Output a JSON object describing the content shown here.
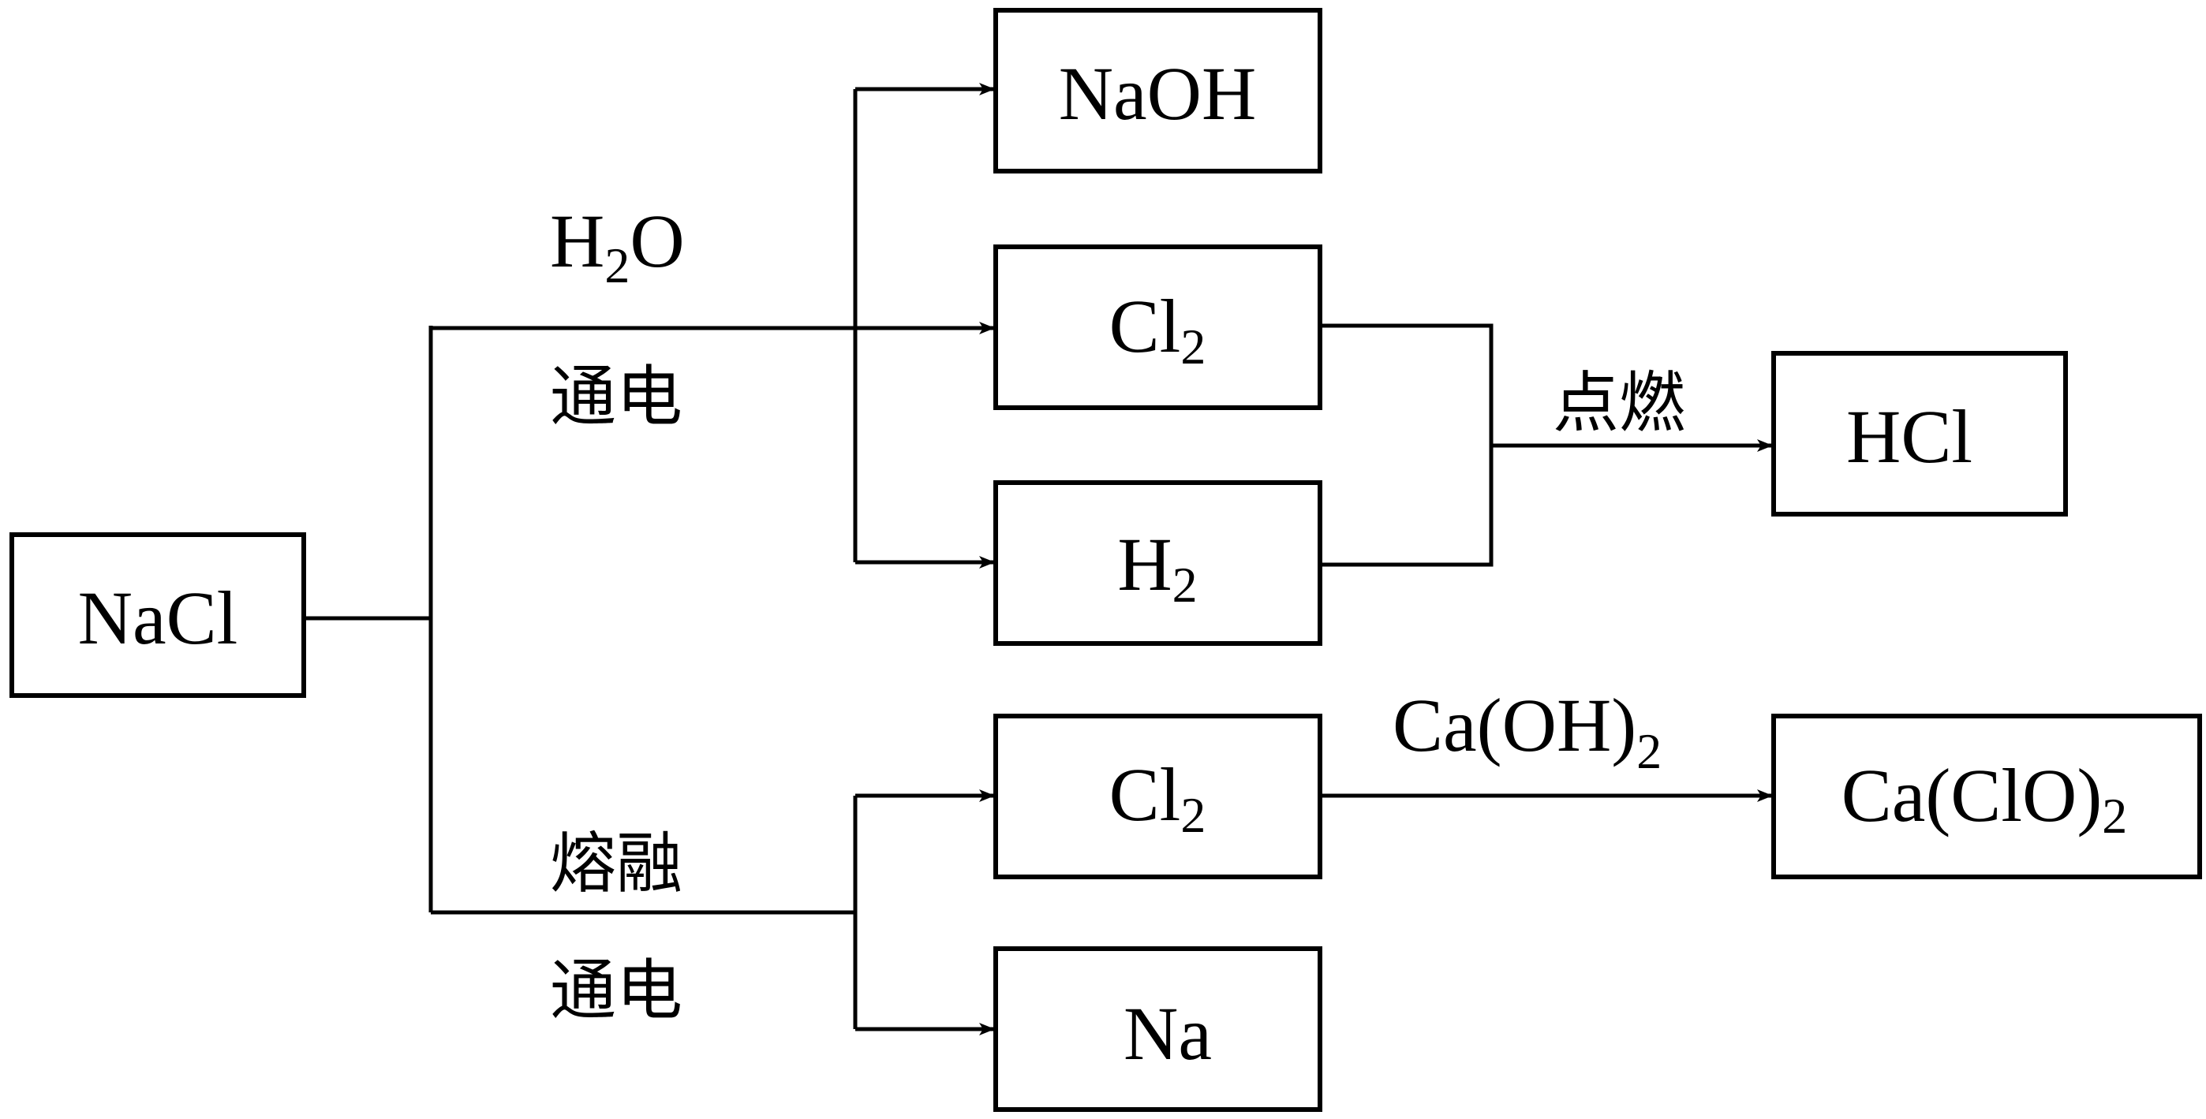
{
  "nodes": {
    "nacl": {
      "main": "NaCl"
    },
    "naoh": {
      "main": "NaOH"
    },
    "cl2_top": {
      "main": "Cl",
      "sub": "2"
    },
    "h2": {
      "main": "H",
      "sub": "2"
    },
    "hcl": {
      "main": "HCl"
    },
    "cl2_bottom": {
      "main": "Cl",
      "sub": "2"
    },
    "na": {
      "main": "Na"
    },
    "ca_clo2": {
      "main": "Ca(ClO)",
      "sub": "2"
    }
  },
  "conditions": {
    "electrolysis_solution": {
      "reagent_main": "H",
      "reagent_sub": "2",
      "reagent_tail": "O",
      "action": "通电"
    },
    "electrolysis_molten": {
      "state": "熔融",
      "action": "通电"
    },
    "ignition": {
      "action": "点燃"
    },
    "calcium_hydroxide": {
      "reagent_main": "Ca(OH)",
      "reagent_sub": "2"
    }
  },
  "colors": {
    "line": "#000000",
    "box_fill": "#ffffff",
    "text": "#000000"
  }
}
